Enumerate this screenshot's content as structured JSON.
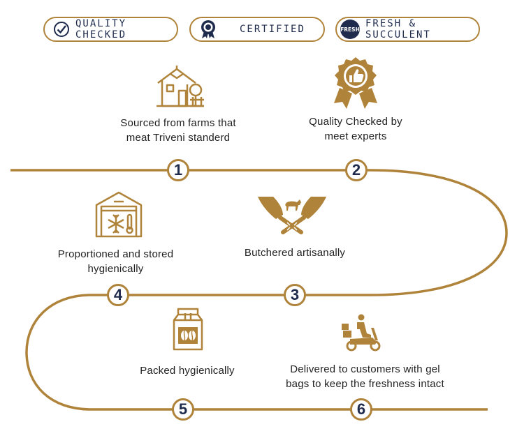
{
  "badges": [
    {
      "label": "QUALITY CHECKED",
      "icon": "check-circle-icon"
    },
    {
      "label": "CERTIFIED",
      "icon": "rosette-icon"
    },
    {
      "label": "FRESH & SUCCULENT",
      "icon": "fresh-stamp-icon",
      "stamp_text": "FRESH"
    }
  ],
  "steps": [
    {
      "number": "1",
      "line1": "Sourced from farms that",
      "line2": "meat Triveni standerd",
      "icon": "farmhouse-icon"
    },
    {
      "number": "2",
      "line1": "Quality Checked by",
      "line2": "meet experts",
      "icon": "thumbs-up-rosette-icon"
    },
    {
      "number": "3",
      "line1": "Butchered artisanally",
      "line2": "",
      "icon": "crossed-cleavers-goat-icon"
    },
    {
      "number": "4",
      "line1": "Proportioned and stored",
      "line2": "hygienically",
      "icon": "cold-storage-icon"
    },
    {
      "number": "5",
      "line1": "Packed hygienically",
      "line2": "",
      "icon": "coffee-bag-icon"
    },
    {
      "number": "6",
      "line1": "Delivered to customers with gel",
      "line2": "bags to keep the freshness intact",
      "icon": "delivery-scooter-icon"
    }
  ],
  "colors": {
    "gold": "#b0833a",
    "navy": "#1f2b4d",
    "text": "#1f1f1f"
  }
}
